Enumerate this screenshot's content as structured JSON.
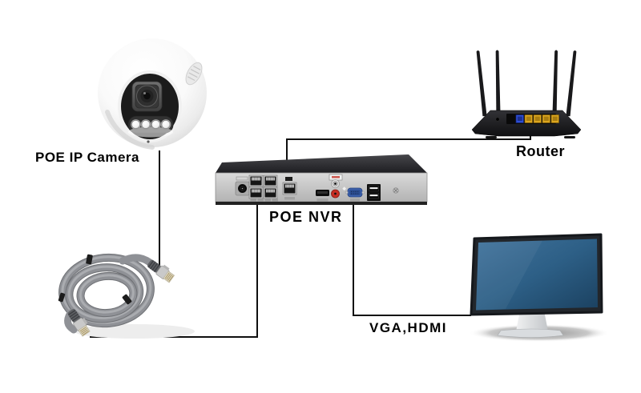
{
  "diagram": {
    "labels": {
      "camera": "POE IP Camera",
      "nvr": "POE NVR",
      "router": "Router",
      "monitor": "VGA,HDMI"
    },
    "devices": [
      {
        "id": "poe-ip-camera",
        "label": "POE IP Camera",
        "type": "dome-camera",
        "leds": 4
      },
      {
        "id": "poe-nvr",
        "label": "POE NVR",
        "type": "network-video-recorder",
        "visible_ports": [
          "power-jack",
          "poe-lan-port-1",
          "poe-lan-port-2",
          "poe-lan-port-3",
          "poe-lan-port-4",
          "wan-uplink-port",
          "hdmi-port",
          "audio-rca-white",
          "audio-rca-red",
          "vga-port",
          "usb-port-1",
          "usb-port-2"
        ]
      },
      {
        "id": "router",
        "label": "Router",
        "type": "wireless-router",
        "antennas": 4,
        "visible_ports": [
          "wan-port-blue",
          "lan-port-yellow-1",
          "lan-port-yellow-2",
          "lan-port-yellow-3",
          "lan-port-yellow-4"
        ]
      },
      {
        "id": "ethernet-cable",
        "type": "rj45-patch-cable"
      },
      {
        "id": "monitor",
        "type": "display",
        "inputs_label": "VGA,HDMI"
      }
    ],
    "connections": [
      {
        "from": "poe-ip-camera",
        "to": "ethernet-cable"
      },
      {
        "from": "ethernet-cable",
        "to": "poe-nvr"
      },
      {
        "from": "poe-nvr",
        "to": "router"
      },
      {
        "from": "poe-nvr",
        "to": "monitor"
      }
    ],
    "colors": {
      "line": "#0f0f0f",
      "router_wan_port": "#2e4fd6",
      "router_lan_port": "#dca61f",
      "vga_port": "#3d62ae",
      "rca_red": "#c62d22",
      "screen_blue_light": "#41739c",
      "screen_blue_dark": "#1b4160",
      "cable_gray": "#85878b"
    }
  }
}
